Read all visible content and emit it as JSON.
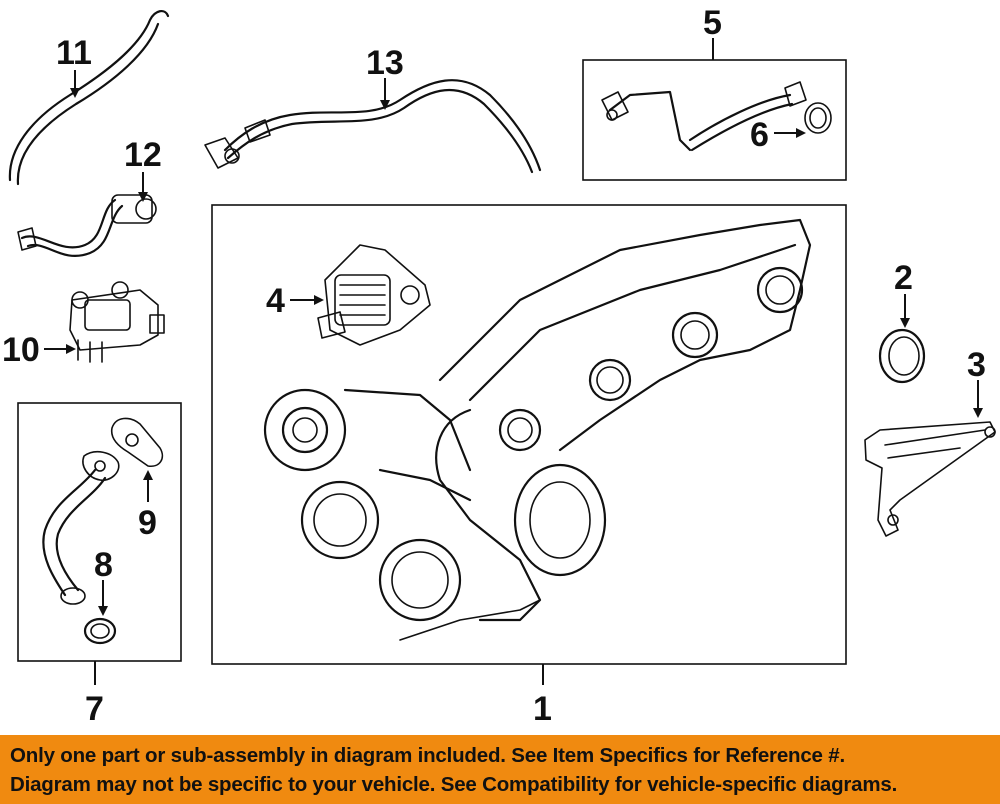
{
  "diagram": {
    "callouts": [
      {
        "id": "1",
        "label": "1"
      },
      {
        "id": "2",
        "label": "2"
      },
      {
        "id": "3",
        "label": "3"
      },
      {
        "id": "4",
        "label": "4"
      },
      {
        "id": "5",
        "label": "5"
      },
      {
        "id": "6",
        "label": "6"
      },
      {
        "id": "7",
        "label": "7"
      },
      {
        "id": "8",
        "label": "8"
      },
      {
        "id": "9",
        "label": "9"
      },
      {
        "id": "10",
        "label": "10"
      },
      {
        "id": "11",
        "label": "11"
      },
      {
        "id": "12",
        "label": "12"
      },
      {
        "id": "13",
        "label": "13"
      }
    ]
  },
  "banner": {
    "line1": "Only one part or sub-assembly in diagram included. See Item Specifics for Reference #.",
    "line2": "Diagram may not be specific to your vehicle. See Compatibility for vehicle-specific diagrams.",
    "background": "#f08a10"
  }
}
